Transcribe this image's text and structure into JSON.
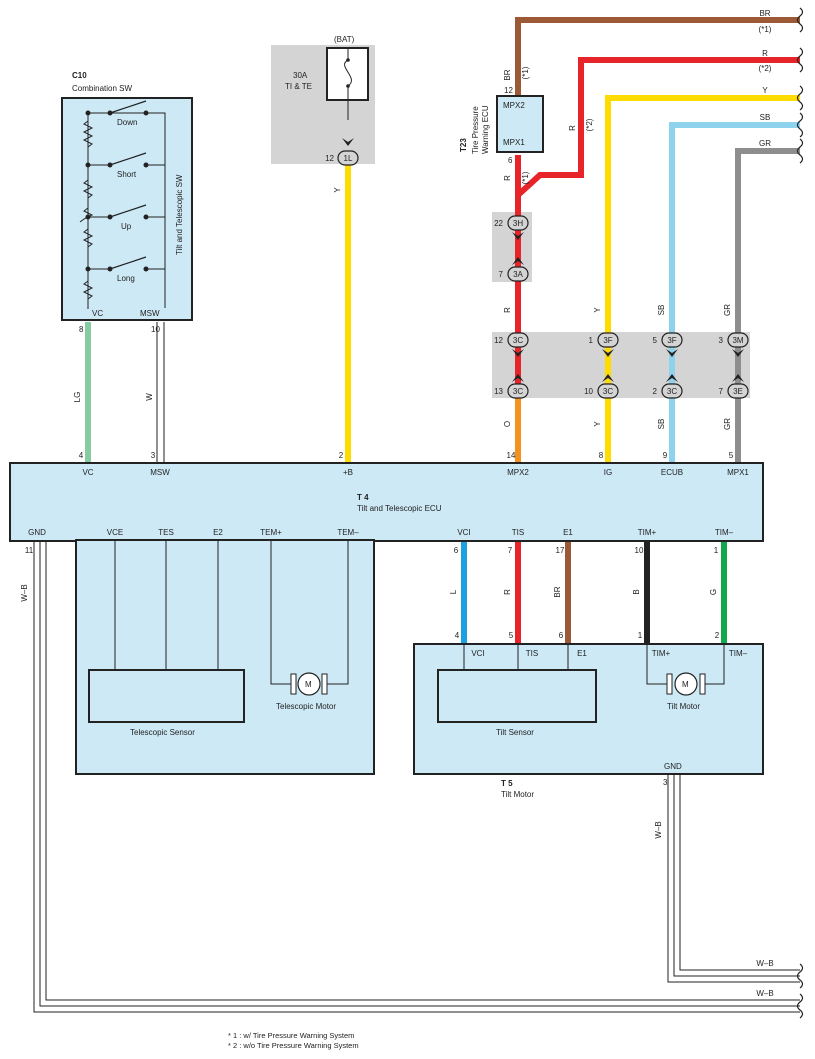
{
  "colors": {
    "BR": "#9b5a35",
    "R": "#e8242b",
    "Y": "#fedc00",
    "SB": "#8fd2ee",
    "GR": "#8e8e8e",
    "LG": "#87cca0",
    "O": "#f3921f",
    "L": "#1ba1dd",
    "B": "#222222",
    "G": "#13a84d",
    "W": "#ffffff",
    "box": "#cde9f6",
    "gray": "#d4d4d4"
  },
  "c10": {
    "code": "C10",
    "name": "Combination SW",
    "side_label": "Tilt and Telescopic SW",
    "switches": [
      "Down",
      "Short",
      "Up",
      "Long"
    ],
    "pins": {
      "vc": "VC",
      "msw": "MSW",
      "vc_no": "8",
      "msw_no": "10"
    }
  },
  "bat": {
    "label": "(BAT)",
    "fuse": "30A",
    "fuse_name": "TI & TE",
    "pin": "12",
    "conn": "1L"
  },
  "t23": {
    "code": "T23",
    "name": "Tire Pressure Warning ECU",
    "mpx2": "MPX2",
    "mpx1": "MPX1",
    "pin_top": "12",
    "pin_bot": "6"
  },
  "connectors": {
    "c3h": {
      "id": "3H",
      "pin": "22"
    },
    "c3a": {
      "id": "3A",
      "pin": "7"
    },
    "c3c_top": {
      "id": "3C",
      "pin": "12"
    },
    "c3c_bot": {
      "id": "3C",
      "pin": "13"
    },
    "c3f_y": {
      "id": "3F",
      "pin": "1"
    },
    "c3c_y": {
      "id": "3C",
      "pin": "10"
    },
    "c3f_sb": {
      "id": "3F",
      "pin": "5"
    },
    "c3c_sb": {
      "id": "3C",
      "pin": "2"
    },
    "c3m": {
      "id": "3M",
      "pin": "3"
    },
    "c3e": {
      "id": "3E",
      "pin": "7"
    }
  },
  "t4": {
    "code": "T 4",
    "name": "Tilt and Telescopic ECU",
    "top_pins": [
      {
        "label": "VC",
        "no": "4"
      },
      {
        "label": "MSW",
        "no": "3"
      },
      {
        "label": "+B",
        "no": "2"
      },
      {
        "label": "MPX2",
        "no": "14"
      },
      {
        "label": "IG",
        "no": "8"
      },
      {
        "label": "ECUB",
        "no": "9"
      },
      {
        "label": "MPX1",
        "no": "5"
      }
    ],
    "bottom_pins": [
      {
        "label": "GND",
        "no": "11"
      },
      {
        "label": "VCE",
        "no": ""
      },
      {
        "label": "TES",
        "no": ""
      },
      {
        "label": "E2",
        "no": ""
      },
      {
        "label": "TEM+",
        "no": ""
      },
      {
        "label": "TEM–",
        "no": ""
      },
      {
        "label": "VCI",
        "no": "6"
      },
      {
        "label": "TIS",
        "no": "7"
      },
      {
        "label": "E1",
        "no": "17"
      },
      {
        "label": "TIM+",
        "no": "10"
      },
      {
        "label": "TIM–",
        "no": "1"
      }
    ]
  },
  "telescopic": {
    "sensor": "Telescopic Sensor",
    "motor": "Telescopic Motor",
    "m": "M"
  },
  "t5": {
    "code": "T 5",
    "name": "Tilt Motor",
    "sensor": "Tilt Sensor",
    "motor": "Tilt Motor",
    "m": "M",
    "gnd": "GND",
    "gnd_no": "3",
    "pins": [
      {
        "label": "VCI",
        "no": "4"
      },
      {
        "label": "TIS",
        "no": "5"
      },
      {
        "label": "E1",
        "no": "6"
      },
      {
        "label": "TIM+",
        "no": "1"
      },
      {
        "label": "TIM–",
        "no": "2"
      }
    ]
  },
  "wire_labels": {
    "br_top": "BR",
    "star1": "(*1)",
    "r_top": "R",
    "star2": "(*2)",
    "y_top": "Y",
    "sb_top": "SB",
    "gr_top": "GR",
    "br_v": "BR",
    "r_v": "R",
    "r_v2": "R",
    "y_v": "Y",
    "y_v2": "Y",
    "sb_v": "SB",
    "sb_v2": "SB",
    "gr_v": "GR",
    "gr_v2": "GR",
    "r_v3": "R",
    "o_v": "O",
    "lg_v": "LG",
    "w_v": "W",
    "l_v": "L",
    "r_v4": "R",
    "br_v2": "BR",
    "b_v": "B",
    "g_v": "G",
    "wb_left": "W–B",
    "wb_right": "W–B",
    "wb_end1": "W–B",
    "wb_end2": "W–B"
  },
  "notes": [
    "* 1 : w/ Tire Pressure Warning System",
    "* 2 : w/o Tire Pressure Warning System"
  ]
}
